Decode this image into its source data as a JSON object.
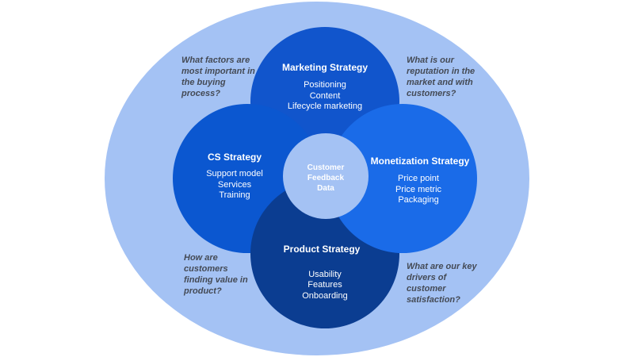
{
  "colors": {
    "background_ellipse": "#a4c2f4",
    "marketing": "#1155cc",
    "cs": "#0b57d0",
    "monetization": "#1a6be8",
    "product": "#0b3d91",
    "center": "#a4c2f4",
    "question_text": "#444a55"
  },
  "strategies": {
    "marketing": {
      "title": "Marketing Strategy",
      "items": [
        "Positioning",
        "Content",
        "Lifecycle marketing"
      ]
    },
    "cs": {
      "title": "CS Strategy",
      "items": [
        "Support model",
        "Services",
        "Training"
      ]
    },
    "monetization": {
      "title": "Monetization Strategy",
      "items": [
        "Price point",
        "Price metric",
        "Packaging"
      ]
    },
    "product": {
      "title": "Product Strategy",
      "items": [
        "Usability",
        "Features",
        "Onboarding"
      ]
    }
  },
  "center": {
    "lines": [
      "Customer",
      "Feedback",
      "Data"
    ]
  },
  "questions": {
    "top_left": [
      "What factors are",
      "most important in",
      "the buying",
      "process?"
    ],
    "top_right": [
      "What is our",
      "reputation in the",
      "market and with",
      "customers?"
    ],
    "bottom_left": [
      "How are",
      "customers",
      "finding value in",
      "product?"
    ],
    "bottom_right": [
      "What are our key",
      "drivers of",
      "customer",
      "satisfaction?"
    ]
  }
}
